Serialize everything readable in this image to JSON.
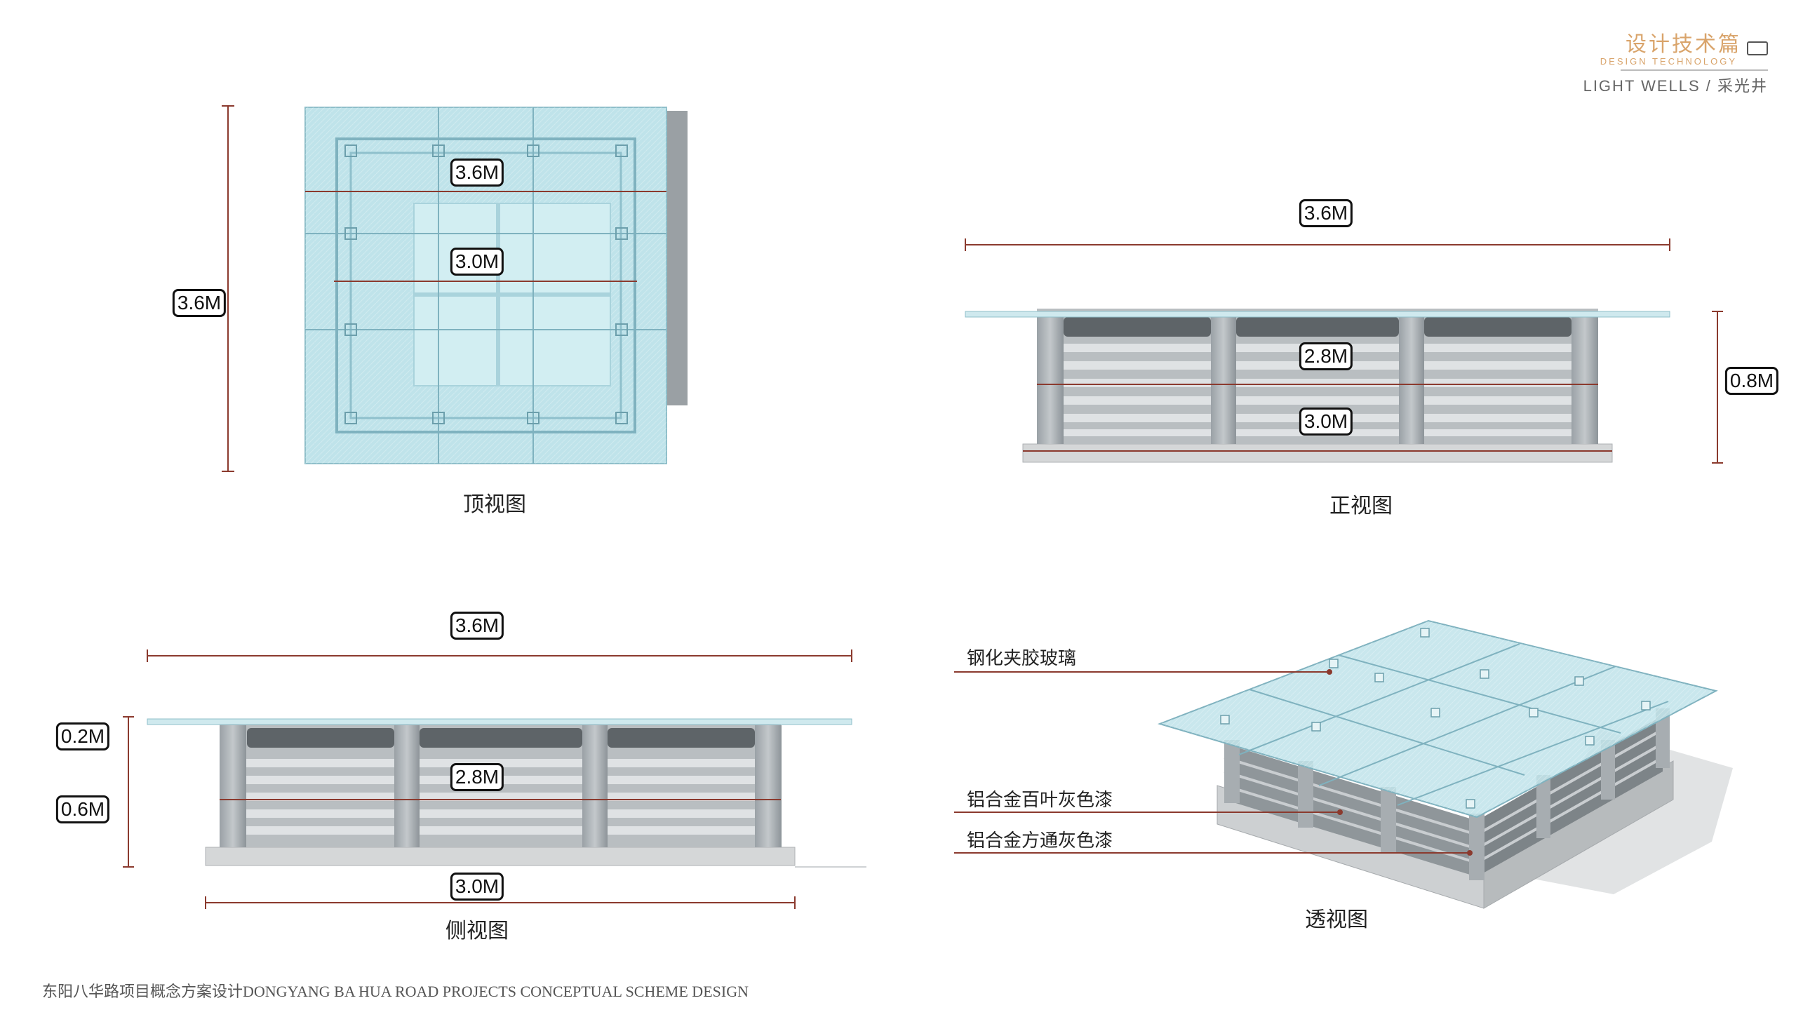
{
  "brand": {
    "cn": "设计技术篇",
    "en": "DESIGN TECHNOLOGY",
    "subtitle": "LIGHT WELLS / 采光井",
    "icon": "monitor-icon"
  },
  "views": {
    "top": {
      "caption": "顶视图",
      "dims": {
        "outer_width": "3.6M",
        "inner_width": "3.0M",
        "height": "3.6M"
      }
    },
    "front": {
      "caption": "正视图",
      "dims": {
        "top_width": "3.6M",
        "mid_width": "2.8M",
        "base_width": "3.0M",
        "height": "0.8M"
      }
    },
    "side": {
      "caption": "侧视图",
      "dims": {
        "top_width": "3.6M",
        "mid_width": "2.8M",
        "base_width": "3.0M",
        "upper_height": "0.2M",
        "lower_height": "0.6M"
      }
    },
    "perspective": {
      "caption": "透视图",
      "callouts": [
        "钢化夹胶玻璃",
        "铝合金百叶灰色漆",
        "铝合金方通灰色漆"
      ]
    }
  },
  "footer": "东阳八华路项目概念方案设计DONGYANG BA HUA ROAD PROJECTS CONCEPTUAL SCHEME DESIGN",
  "colors": {
    "dimension_line": "#8b3a2e",
    "glass": "#bfe3ea",
    "glass_edge": "#8fbfca",
    "frame": "#8a9196",
    "louver": "#c7cbce",
    "base": "#d5d7d8",
    "brand": "#d9a46b"
  }
}
